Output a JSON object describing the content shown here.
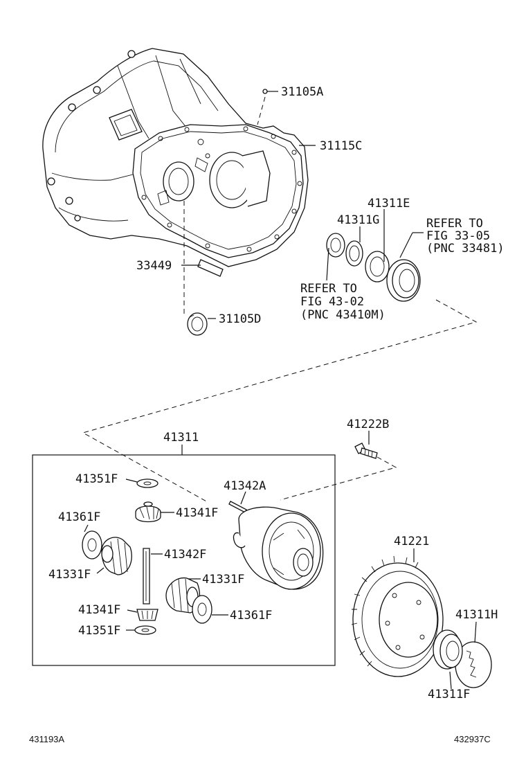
{
  "parts": {
    "p31105A": "31105A",
    "p31115C": "31115C",
    "p41311E": "41311E",
    "p41311G": "41311G",
    "p33449": "33449",
    "p31105D": "31105D",
    "p41311": "41311",
    "p41222B": "41222B",
    "p41351F_top": "41351F",
    "p41342A": "41342A",
    "p41341F_top": "41341F",
    "p41361F_left": "41361F",
    "p41342F": "41342F",
    "p41331F_left": "41331F",
    "p41331F_right": "41331F",
    "p41341F_bot": "41341F",
    "p41361F_right": "41361F",
    "p41351F_bot": "41351F",
    "p41221": "41221",
    "p41311H": "41311H",
    "p41311F": "41311F"
  },
  "refs": {
    "ref_right": [
      "REFER TO",
      "FIG 33-05",
      "(PNC 33481)"
    ],
    "ref_left": [
      "REFER TO",
      "FIG 43-02",
      "(PNC 43410M)"
    ]
  },
  "footer": {
    "left_code": "431193A",
    "right_code": "432937C"
  }
}
